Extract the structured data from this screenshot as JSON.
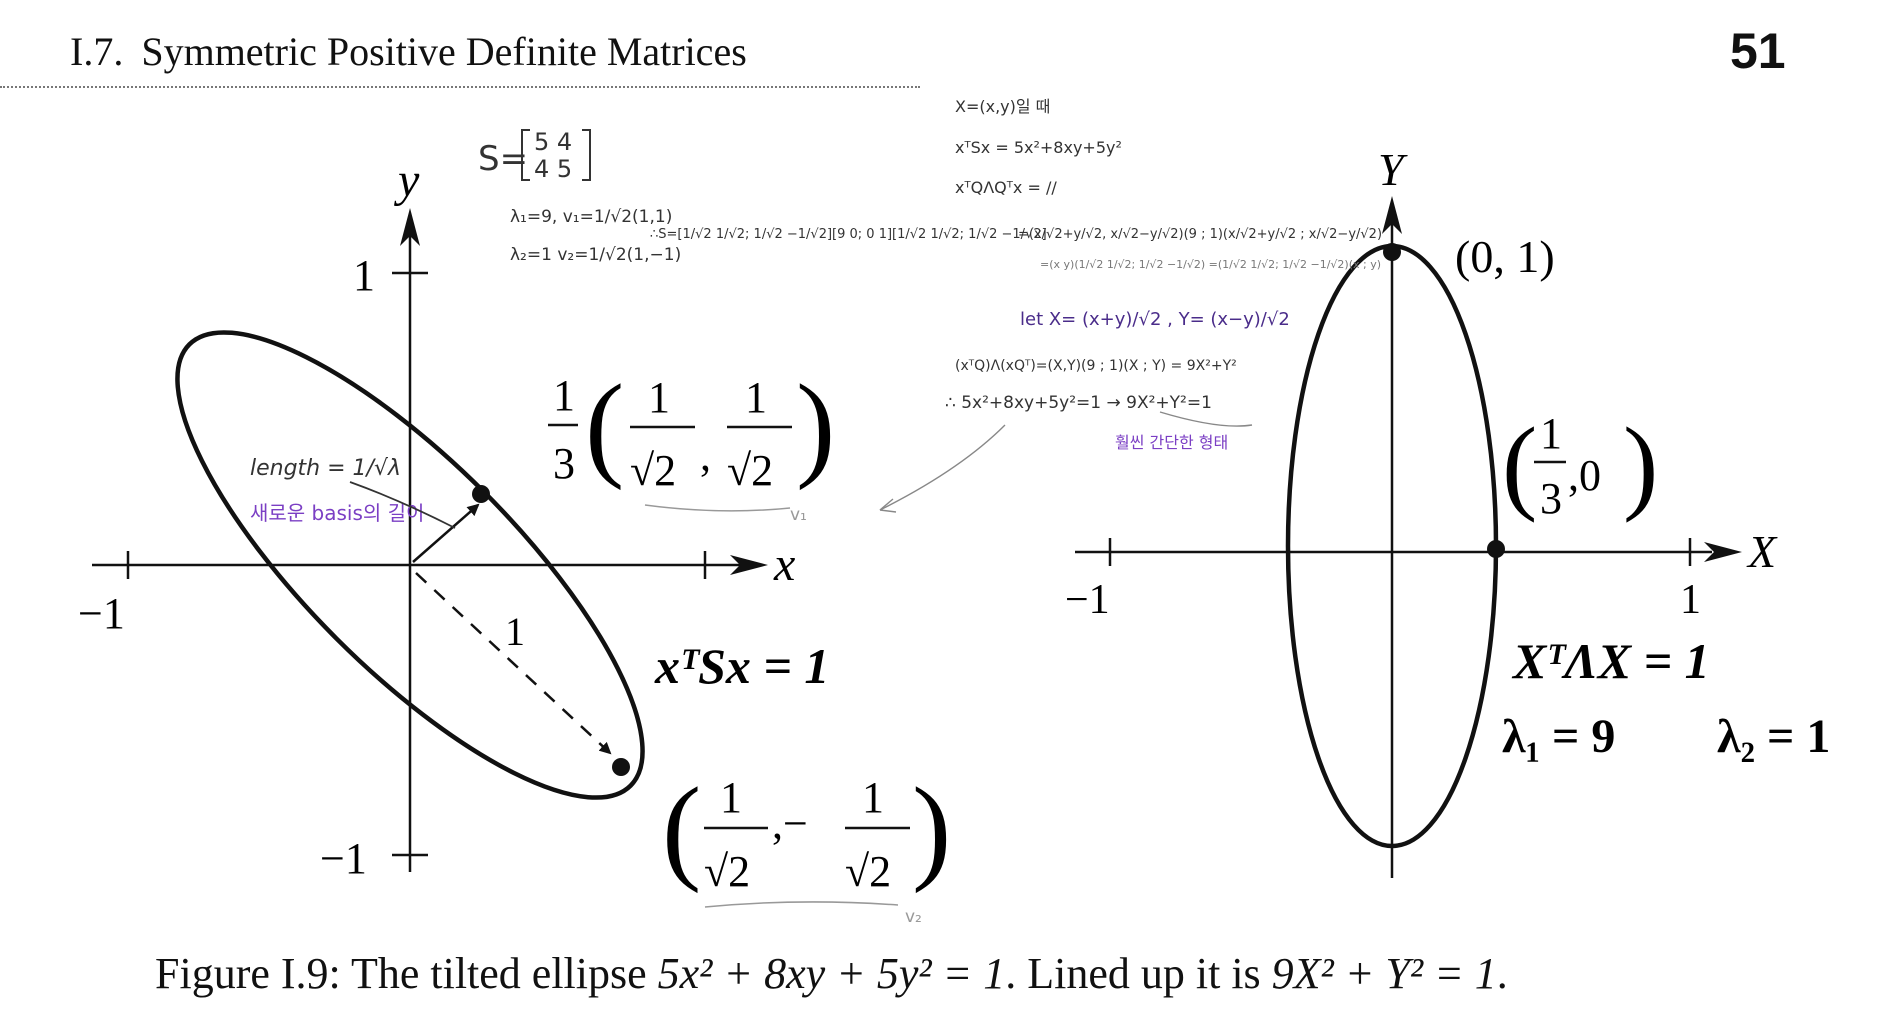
{
  "header": {
    "section_number": "I.7.",
    "section_title": "Symmetric Positive Definite Matrices",
    "page_number": "51"
  },
  "left_figure": {
    "axis_x_label": "x",
    "axis_y_label": "y",
    "tick_y_top": "1",
    "tick_y_bottom": "−1",
    "tick_x_left": "−1",
    "point_top": {
      "prefix_num": "1",
      "prefix_den": "3",
      "num1": "1",
      "den1": "√2",
      "sep": ",",
      "num2": "1",
      "den2": "√2"
    },
    "point_bottom": {
      "num1": "1",
      "den1": "√2",
      "sep": ",−",
      "num2": "1",
      "den2": "√2"
    },
    "dashed_length_label": "1",
    "equation": "xᵀSx = 1"
  },
  "right_figure": {
    "axis_x_label": "X",
    "axis_y_label": "Y",
    "tick_x_left": "−1",
    "tick_x_right": "1",
    "point_top": "(0, 1)",
    "point_right": {
      "num": "1",
      "den": "3",
      "tail": ",0"
    },
    "equation": "XᵀΛX = 1",
    "eigen_1": "λ₁ = 9",
    "eigen_2": "λ₂ = 1"
  },
  "handwritten_notes": {
    "S_matrix_label": "S=",
    "S_matrix_rows": [
      "5  4",
      "4  5"
    ],
    "eig_line_1": "λ₁=9, v₁=1/√2(1,1)",
    "eig_line_2": "λ₂=1  v₂=1/√2(1,−1)",
    "decomp": "∴S=[1/√2 1/√2; 1/√2 −1/√2][9 0; 0 1][1/√2 1/√2; 1/√2 −1/√2]",
    "note_length": "length = 1/√λ",
    "note_basis": "새로운 basis의 길이",
    "v1_mark": "v₁",
    "v2_mark": "v₂",
    "right_1": "X=(x,y)일 때",
    "right_2": "xᵀSx = 5x²+8xy+5y²",
    "right_3": "xᵀQΛQᵀx =  //",
    "right_4": "=(x/√2+y/√2, x/√2−y/√2)(9 ; 1)(x/√2+y/√2 ; x/√2−y/√2)",
    "right_5": "=(x y)(1/√2 1/√2; 1/√2 −1/√2)    =(1/√2 1/√2; 1/√2 −1/√2)(x ; y)",
    "right_6": "let X= (x+y)/√2 , Y= (x−y)/√2",
    "right_7": "(xᵀQ)Λ(xQᵀ)=(X,Y)(9 ; 1)(X ; Y) = 9X²+Y²",
    "right_8": "∴ 5x²+8xy+5y²=1 → 9X²+Y²=1",
    "right_9": "훨씬 간단한 형태"
  },
  "caption": {
    "prefix": "Figure I.9: The tilted ellipse ",
    "eq1": "5x² + 8xy + 5y² = 1",
    "middle": ". Lined up it is ",
    "eq2": "9X² + Y² = 1",
    "suffix": "."
  },
  "colors": {
    "ink": "#111111",
    "purple_note": "#7b3fc4",
    "pencil": "#555555",
    "guide_gray": "#999999"
  }
}
